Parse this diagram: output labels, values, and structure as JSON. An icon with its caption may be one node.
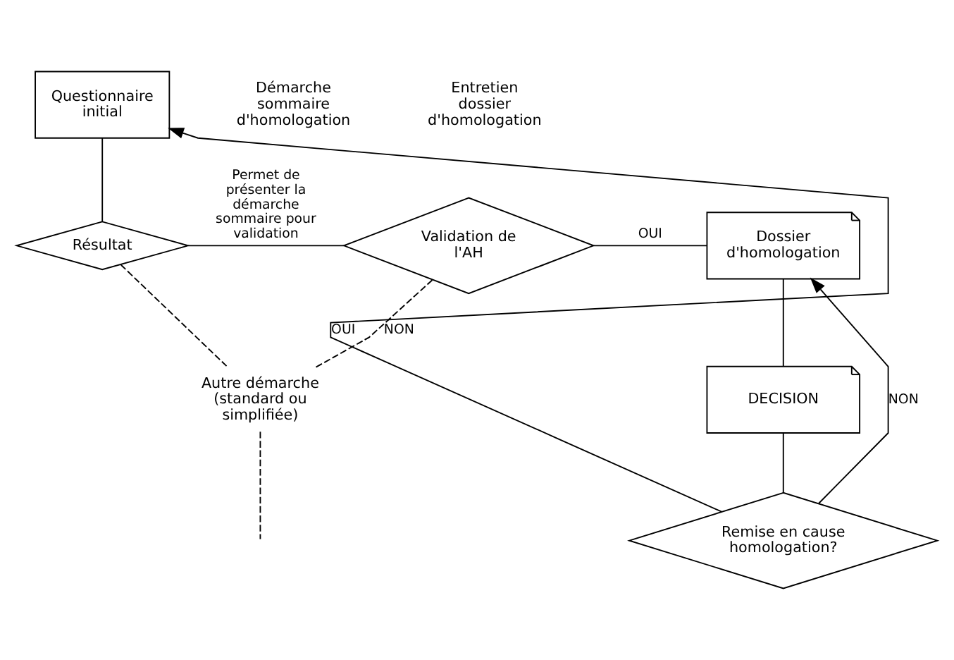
{
  "diagram": {
    "nodes": [
      {
        "text": [
          "Questionnaire initial"
        ]
      },
      {
        "text": [
          "Résultat"
        ]
      },
      {
        "text": [
          "Validation de l'AH"
        ]
      },
      {
        "text": [
          "Dossier d'homologation"
        ]
      },
      {
        "text": [
          "DECISION"
        ]
      },
      {
        "text": [
          "Remise en cause homologation?"
        ]
      },
      {
        "text": [
          "Autre démarche (standard ou simplifiée)"
        ]
      }
    ],
    "edges": [
      {
        "from": 0,
        "to": 1,
        "arrow": "none"
      },
      {
        "from": 1,
        "to": 2,
        "arrow": "none",
        "label": "Permet de présenter la démarche sommaire pour validation"
      },
      {
        "from": 2,
        "to": 3,
        "arrow": "none",
        "label": "OUI"
      },
      {
        "from": 2,
        "to": 6,
        "arrow": "none",
        "label": "NON",
        "style": "dashed"
      },
      {
        "from": 1,
        "to": 6,
        "arrow": "none",
        "style": "dashed"
      },
      {
        "from": 6,
        "to": null,
        "arrow": "none",
        "style": "dashed"
      },
      {
        "from": 3,
        "to": 4,
        "arrow": "none"
      },
      {
        "from": 4,
        "to": 5,
        "arrow": "none"
      },
      {
        "from": 5,
        "to": 3,
        "arrow": "to",
        "label": "NON"
      },
      {
        "from": 5,
        "to": 0,
        "arrow": "to",
        "label": "OUI"
      }
    ],
    "labels": [
      "Démarche sommaire d'homologation",
      "Entretien dossier d'homologation"
    ]
  }
}
